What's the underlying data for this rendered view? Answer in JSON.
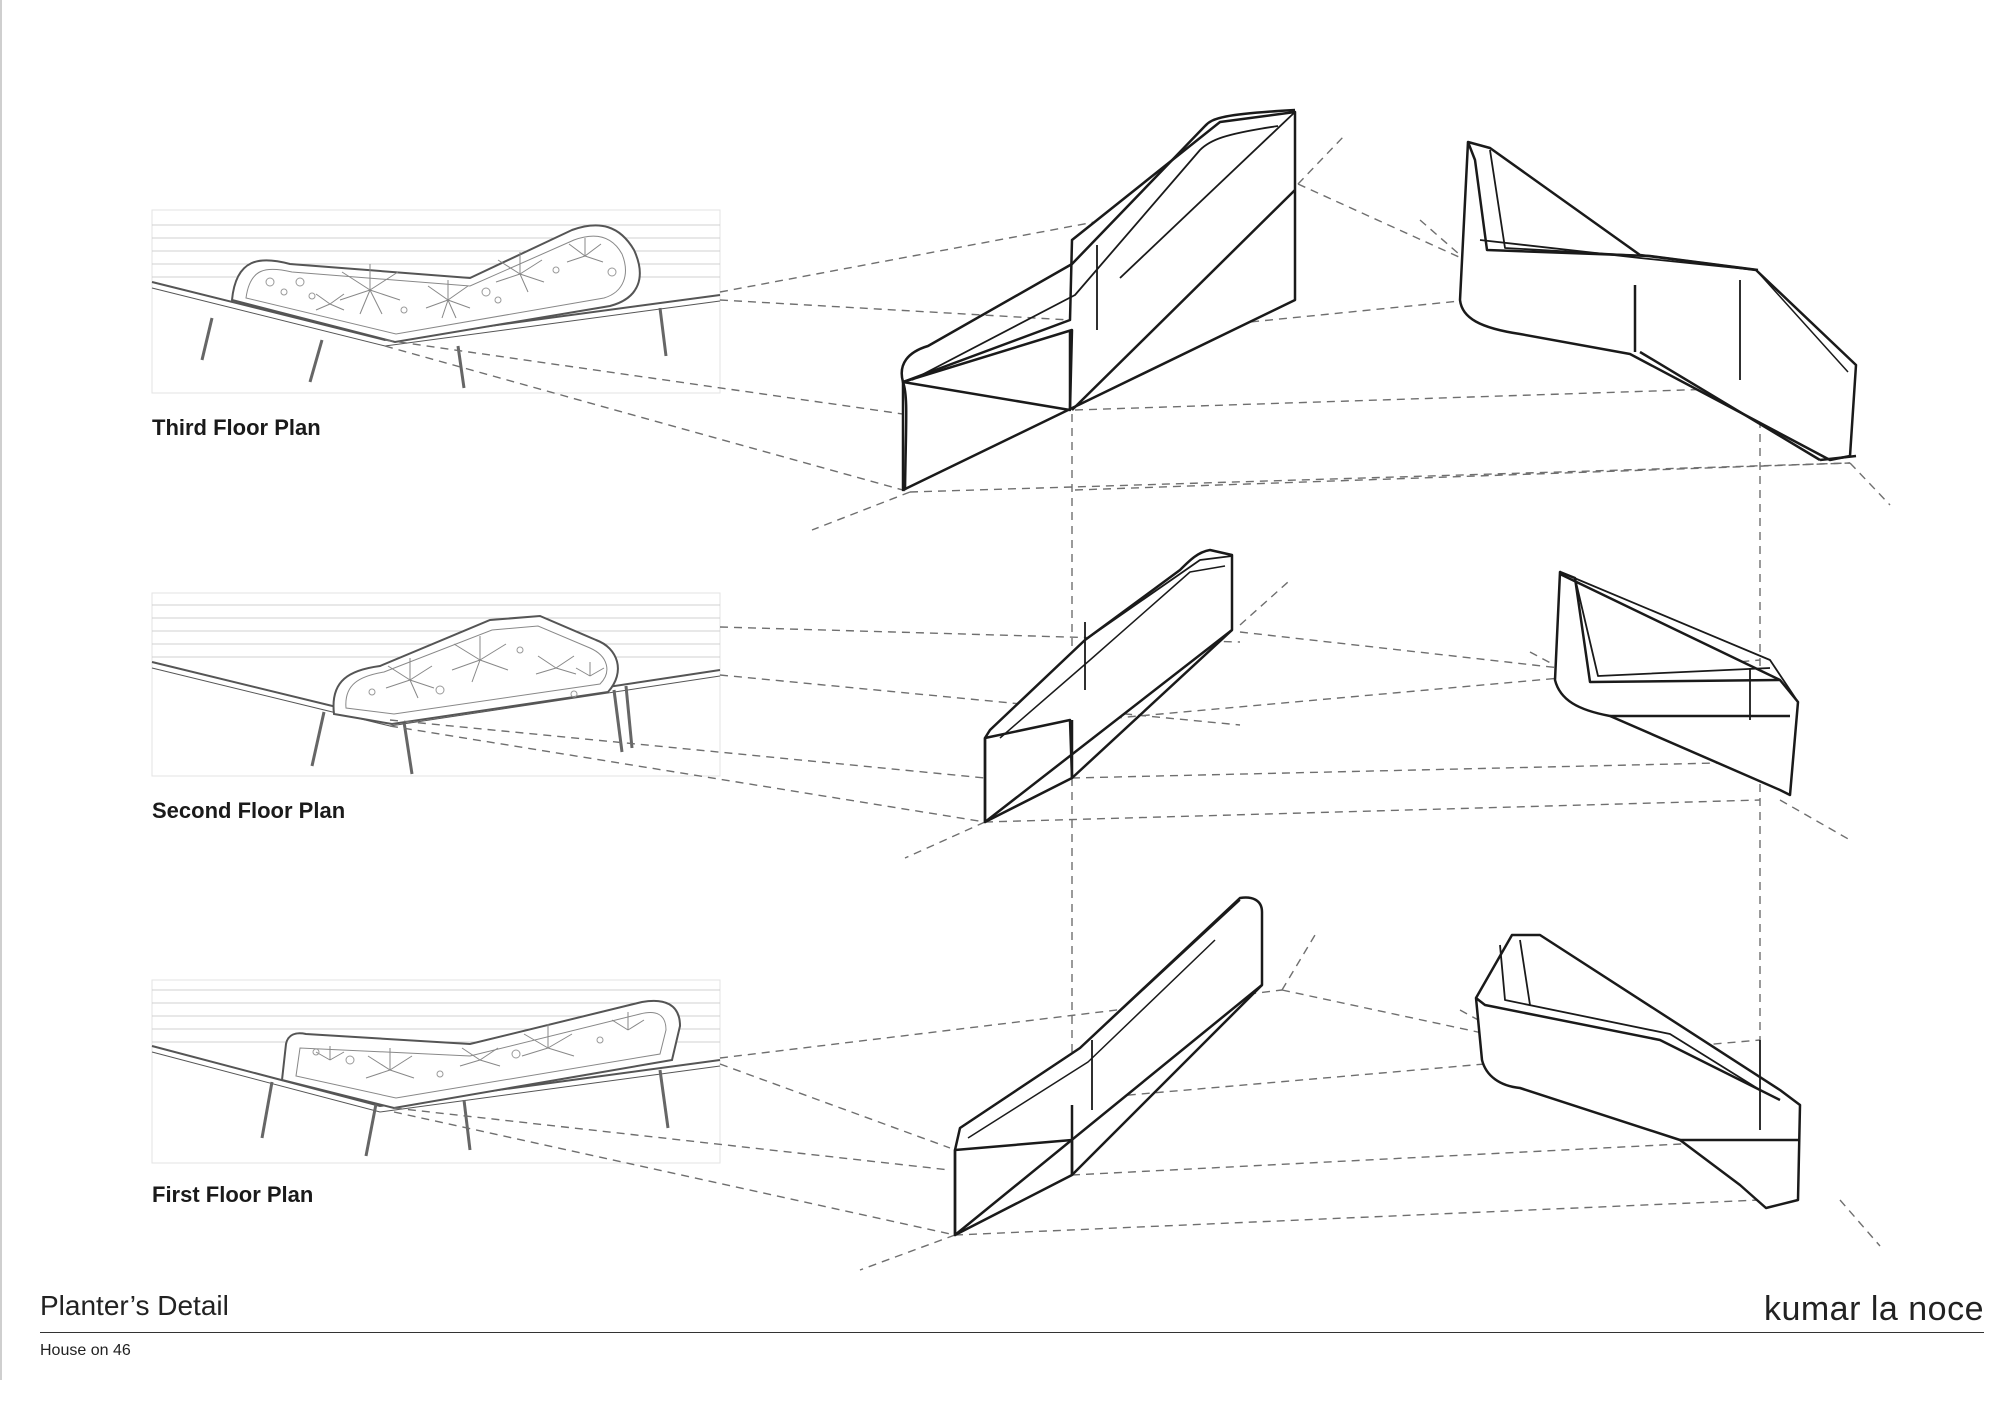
{
  "plans": [
    {
      "label": "Third Floor Plan"
    },
    {
      "label": "Second Floor Plan"
    },
    {
      "label": "First Floor Plan"
    }
  ],
  "title_block": {
    "title": "Planter’s Detail",
    "project": "House on 46",
    "brand": "kumar la noce"
  },
  "colors": {
    "linework": "#1a1a1a",
    "plan_linework": "#777777",
    "projection_lines": "#6f6f6f",
    "background": "#ffffff"
  }
}
